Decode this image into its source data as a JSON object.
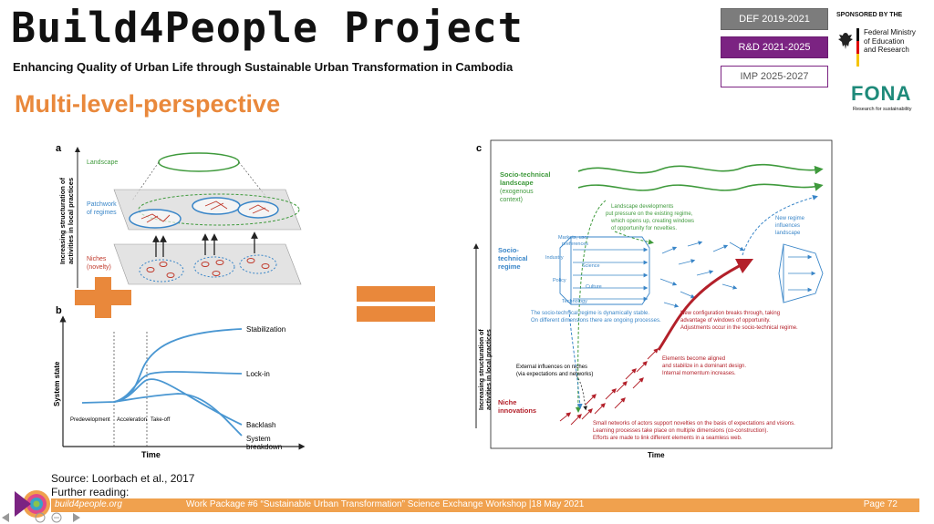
{
  "header": {
    "title": "Build4People Project",
    "subtitle": "Enhancing Quality of Urban Life through Sustainable Urban Transformation in Cambodia",
    "section_title": "Multi-level-perspective"
  },
  "phases": [
    {
      "label": "DEF 2019-2021",
      "color": "#7c7c7c"
    },
    {
      "label": "R&D 2021-2025",
      "color": "#7b2382"
    },
    {
      "label": "IMP 2025-2027",
      "color": "#ffffff"
    }
  ],
  "sponsor": {
    "label": "SPONSORED BY THE",
    "ministry_lines": [
      "Federal Ministry",
      "of Education",
      "and Research"
    ],
    "fona": "FONA",
    "fona_sub": "Research for sustainability"
  },
  "panel_a": {
    "letter": "a",
    "axis_label_lines": [
      "Increasing structuration of",
      "activities in local practices"
    ],
    "landscape": "Landscape",
    "regimes_lines": [
      "Patchwork",
      "of regimes"
    ],
    "niches_lines": [
      "Niches",
      "(novelty)"
    ]
  },
  "panel_b": {
    "letter": "b",
    "ylabel": "System state",
    "xlabel": "Time",
    "phases": [
      "Predevelopment",
      "Acceleration",
      "Take-off"
    ],
    "outcomes": [
      "Stabilization",
      "Lock-in",
      "Backlash",
      "System",
      "breakdown"
    ]
  },
  "panel_c": {
    "letter": "c",
    "axis_label_lines": [
      "Increasing structuration of",
      "activities in local practices"
    ],
    "xlabel": "Time",
    "landscape_lines": [
      "Socio-technical",
      "landscape",
      "(exogenous",
      "context)"
    ],
    "regime_lines": [
      "Socio-",
      "technical",
      "regime"
    ],
    "niche_lines": [
      "Niche",
      "innovations"
    ],
    "landscape_dev_lines": [
      "Landscape developments",
      "put pressure on the existing regime,",
      "which opens up, creating windows",
      "of opportunity for novelties."
    ],
    "new_regime_lines": [
      "New regime",
      "influences",
      "landscape"
    ],
    "dimensions": [
      "Markets, user",
      "preferences",
      "Industry",
      "Science",
      "Policy",
      "Culture",
      "Technology"
    ],
    "regime_stable_lines": [
      "The socio-technical regime is dynamically stable.",
      "On different dimensions there are ongoing processes."
    ],
    "breakthrough_lines": [
      "New configuration breaks through, taking",
      "advantage of windows of opportunity.",
      "Adjustments occur in the socio-technical regime."
    ],
    "aligned_lines": [
      "Elements become aligned",
      "and stabilize in a dominant design.",
      "Internal momentum increases."
    ],
    "external_lines": [
      "External influences on niches",
      "(via expectations and networks)"
    ],
    "small_networks_lines": [
      "Small networks of actors support novelties on the basis of expectations and visions.",
      "Learning processes take place on multiple dimensions (co-construction).",
      "Efforts are made to link different elements in a seamless web."
    ]
  },
  "operators": {
    "plus": "plus-sign",
    "equals": "equals-sign"
  },
  "source": "Source: Loorbach et al., 2017",
  "further_reading": "Further reading:",
  "footer": {
    "site": "build4people.org",
    "workpackage": "Work Package #6 “Sustainable Urban Transformation” Science Exchange Workshop |18 May 2021",
    "page": "Page 72"
  },
  "colors": {
    "accent": "#e9883b",
    "purple": "#7b2382",
    "green": "#3f9a3c",
    "blue": "#3a86c8",
    "red": "#b3202a"
  }
}
